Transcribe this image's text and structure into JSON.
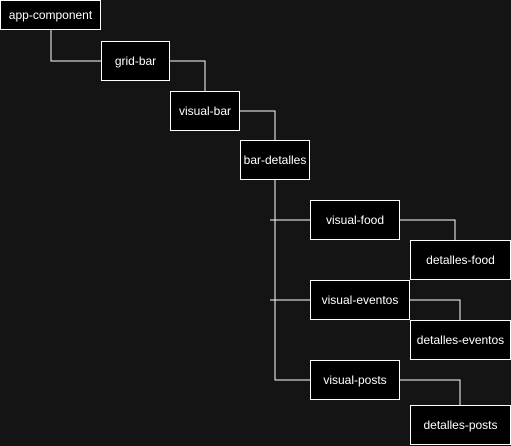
{
  "diagram": {
    "nodes": {
      "app_component": "app-component",
      "grid_bar": "grid-bar",
      "visual_bar": "visual-bar",
      "bar_detalles": "bar-detalles",
      "visual_food": "visual-food",
      "detalles_food": "detalles-food",
      "visual_eventos": "visual-eventos",
      "detalles_eventos": "detalles-eventos",
      "visual_posts": "visual-posts",
      "detalles_posts": "detalles-posts"
    },
    "edges": [
      [
        "app_component",
        "grid_bar"
      ],
      [
        "grid_bar",
        "visual_bar"
      ],
      [
        "visual_bar",
        "bar_detalles"
      ],
      [
        "bar_detalles",
        "visual_food"
      ],
      [
        "bar_detalles",
        "visual_eventos"
      ],
      [
        "bar_detalles",
        "visual_posts"
      ],
      [
        "visual_food",
        "detalles_food"
      ],
      [
        "visual_eventos",
        "detalles_eventos"
      ],
      [
        "visual_posts",
        "detalles_posts"
      ]
    ],
    "colors": {
      "background": "#141414",
      "node_fill": "#000000",
      "node_border": "#ffffff",
      "text": "#ffffff",
      "connector": "#ffffff"
    }
  }
}
